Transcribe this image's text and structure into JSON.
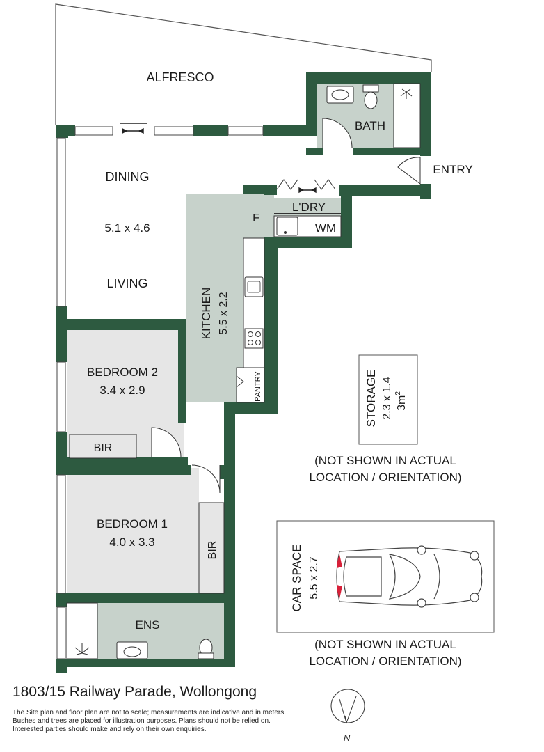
{
  "rooms": {
    "alfresco": "ALFRESCO",
    "bath": "BATH",
    "entry": "ENTRY",
    "dining": "DINING",
    "living_dims": "5.1 x 4.6",
    "living": "LIVING",
    "laundry": "L'DRY",
    "wm": "WM",
    "fridge": "F",
    "kitchen": "KITCHEN",
    "kitchen_dims": "5.5 x 2.2",
    "pantry": "PANTRY",
    "bedroom2": "BEDROOM 2",
    "bedroom2_dims": "3.4 x 2.9",
    "bir1": "BIR",
    "bedroom1": "BEDROOM 1",
    "bedroom1_dims": "4.0 x 3.3",
    "bir2": "BIR",
    "ens": "ENS"
  },
  "storage": {
    "label": "STORAGE",
    "dims": "2.3 x 1.4",
    "area_value": "3m",
    "area_sup": "2",
    "note_line1": "(NOT SHOWN IN ACTUAL",
    "note_line2": "LOCATION / ORIENTATION)"
  },
  "car_space": {
    "label": "CAR SPACE",
    "dims": "5.5 x 2.7",
    "note_line1": "(NOT SHOWN IN ACTUAL",
    "note_line2": "LOCATION / ORIENTATION)"
  },
  "address": "1803/15 Railway Parade, Wollongong",
  "disclaimer": [
    "The Site plan and floor plan are not to scale; measurements are indicative and in meters.",
    "Bushes and trees are placed for illustration purposes. Plans should not be relied on.",
    "Interested parties should make and rely on their own enquiries."
  ],
  "compass_label": "N",
  "colors": {
    "wall": "#2d5a40",
    "wet_area": "#c7d2cb",
    "room_floor": "#e6e6e6",
    "car_red": "#d8213a"
  }
}
